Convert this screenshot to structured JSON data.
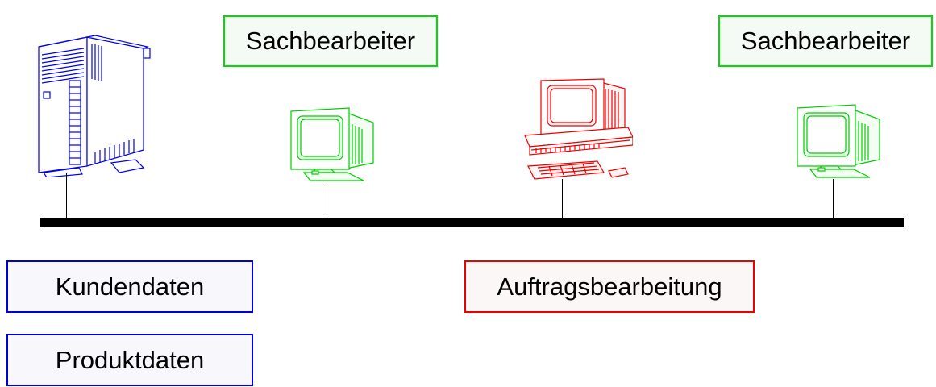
{
  "labels": {
    "clerk_left": "Sachbearbeiter",
    "clerk_right": "Sachbearbeiter",
    "customer_data": "Kundendaten",
    "product_data": "Produktdaten",
    "order_processing": "Auftragsbearbeitung"
  },
  "devices": {
    "server": {
      "icon": "server-tower-icon",
      "color": "#0000ee"
    },
    "terminal_left": {
      "icon": "monitor-icon",
      "color": "#00dd00"
    },
    "workstation": {
      "icon": "workstation-icon",
      "color": "#ee0000"
    },
    "terminal_right": {
      "icon": "monitor-icon",
      "color": "#00dd00"
    }
  },
  "colors": {
    "network_bus": "#000000",
    "clerk": "#00dd00",
    "data": "#0000dd",
    "order": "#ee0000"
  }
}
